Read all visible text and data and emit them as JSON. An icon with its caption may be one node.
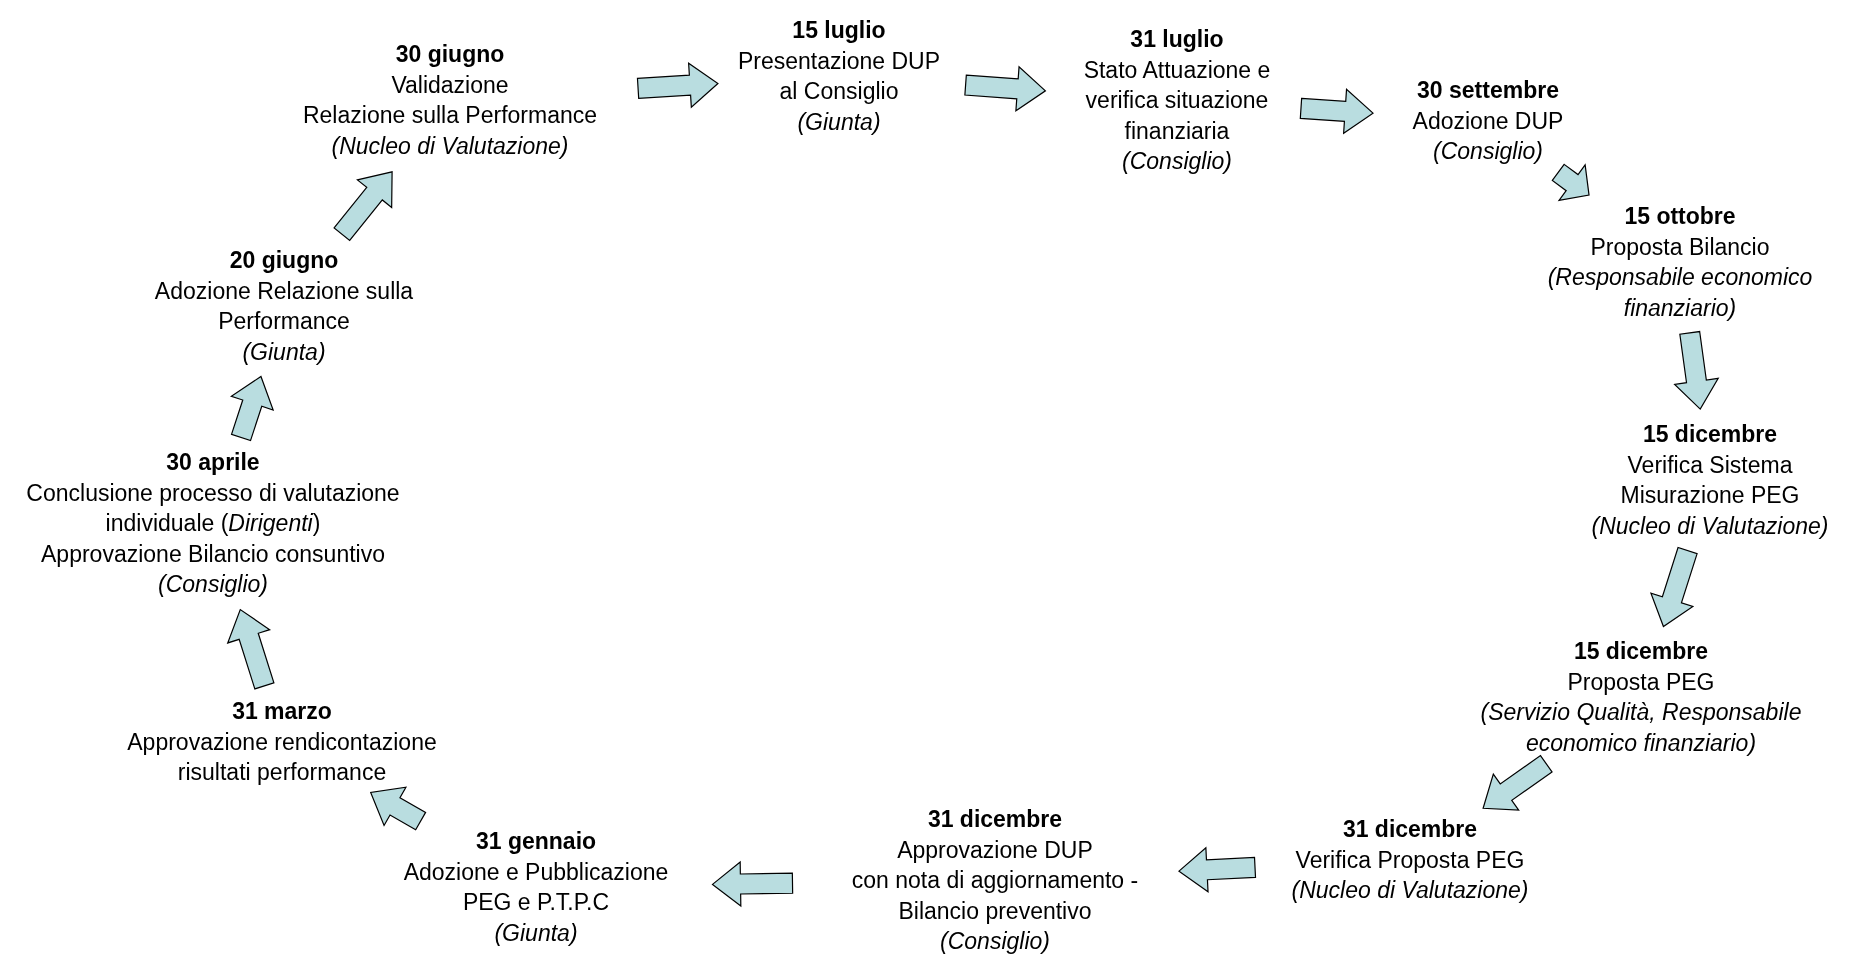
{
  "diagram": {
    "nodes": [
      {
        "text": [
          "31 gennaio",
          "Adozione e Pubblicazione PEG e P.T.P.C",
          "(Giunta)"
        ]
      },
      {
        "text": [
          "31 marzo",
          "Approvazione rendicontazione risultati performance"
        ]
      },
      {
        "text": [
          "30 aprile",
          "Conclusione processo di valutazione individuale (*Dirigenti*)",
          "Approvazione Bilancio consuntivo",
          "(Consiglio)"
        ]
      },
      {
        "text": [
          "20 giugno",
          "Adozione Relazione sulla Performance",
          "(Giunta)"
        ]
      },
      {
        "text": [
          "30 giugno",
          "Validazione",
          "Relazione sulla Performance",
          "(Nucleo di Valutazione)"
        ]
      },
      {
        "text": [
          "15 luglio",
          "Presentazione DUP al Consiglio",
          "(Giunta)"
        ]
      },
      {
        "text": [
          "31 luglio",
          "Stato Attuazione e verifica situazione finanziaria",
          "(Consiglio)"
        ]
      },
      {
        "text": [
          "30 settembre",
          "Adozione DUP",
          "(Consiglio)"
        ]
      },
      {
        "text": [
          "15 ottobre",
          "Proposta Bilancio",
          "(Responsabile economico finanziario)"
        ]
      },
      {
        "text": [
          "15 dicembre",
          "Verifica Sistema Misurazione PEG",
          "(Nucleo di Valutazione)"
        ]
      },
      {
        "text": [
          "15 dicembre",
          "Proposta PEG",
          "(Servizio Qualità, Responsabile economico finanziario)"
        ]
      },
      {
        "text": [
          "31 dicembre",
          "Verifica Proposta PEG",
          "(Nucleo di Valutazione)"
        ]
      },
      {
        "text": [
          "31 dicembre",
          "Approvazione DUP",
          "con nota di aggiornamento - Bilancio preventivo",
          "(Consiglio)"
        ]
      }
    ],
    "edges": [
      {
        "from": 0,
        "to": 1,
        "arrow": "to"
      },
      {
        "from": 1,
        "to": 2,
        "arrow": "to"
      },
      {
        "from": 2,
        "to": 3,
        "arrow": "to"
      },
      {
        "from": 3,
        "to": 4,
        "arrow": "to"
      },
      {
        "from": 4,
        "to": 5,
        "arrow": "to"
      },
      {
        "from": 5,
        "to": 6,
        "arrow": "to"
      },
      {
        "from": 6,
        "to": 7,
        "arrow": "to"
      },
      {
        "from": 7,
        "to": 8,
        "arrow": "to"
      },
      {
        "from": 8,
        "to": 9,
        "arrow": "to"
      },
      {
        "from": 9,
        "to": 10,
        "arrow": "to"
      },
      {
        "from": 10,
        "to": 11,
        "arrow": "to"
      },
      {
        "from": 11,
        "to": 12,
        "arrow": "to"
      },
      {
        "from": 12,
        "to": 0,
        "arrow": "to"
      }
    ]
  }
}
